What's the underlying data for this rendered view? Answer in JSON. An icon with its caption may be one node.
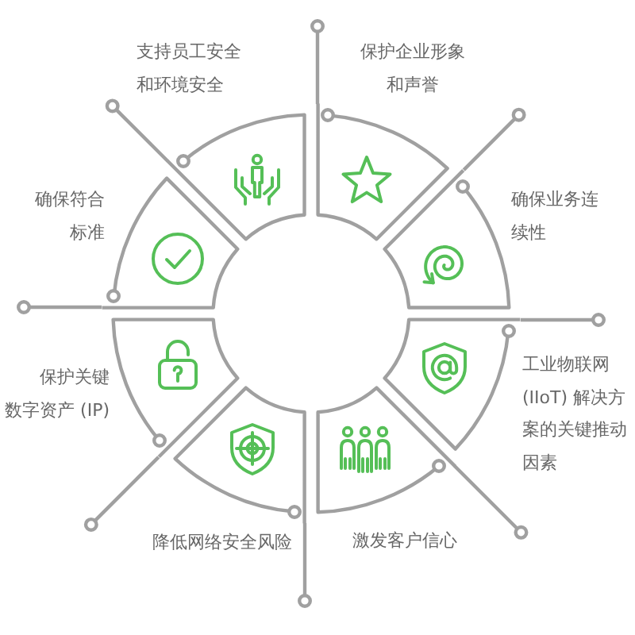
{
  "diagram": {
    "nodes": [
      {
        "text": [],
        "shape": "band",
        "beside": [
          "支持员工安全和环境安全"
        ]
      },
      {
        "text": [],
        "shape": "band",
        "beside": [
          "保护企业形象和声誉"
        ]
      },
      {
        "text": [],
        "shape": "band",
        "beside": [
          "确保业务连续性"
        ]
      },
      {
        "text": [],
        "shape": "band",
        "beside": [
          "工业物联网 (IIoT) 解决方案的关键推动因素"
        ]
      },
      {
        "text": [],
        "shape": "band",
        "beside": [
          "激发客户信心"
        ]
      },
      {
        "text": [],
        "shape": "band",
        "beside": [
          "降低网络安全风险"
        ]
      },
      {
        "text": [],
        "shape": "band",
        "beside": [
          "保护关键数字资产 (IP)"
        ]
      },
      {
        "text": [],
        "shape": "band",
        "beside": [
          "确保符合标准"
        ]
      }
    ],
    "edges": [
      {
        "from": null,
        "to": 0,
        "arrow": "other"
      },
      {
        "from": null,
        "to": 1,
        "arrow": "other"
      },
      {
        "from": null,
        "to": 2,
        "arrow": "other"
      },
      {
        "from": null,
        "to": 3,
        "arrow": "other"
      },
      {
        "from": null,
        "to": 4,
        "arrow": "other"
      },
      {
        "from": null,
        "to": 5,
        "arrow": "other"
      },
      {
        "from": null,
        "to": 6,
        "arrow": "other"
      },
      {
        "from": null,
        "to": 7,
        "arrow": "other"
      }
    ]
  }
}
